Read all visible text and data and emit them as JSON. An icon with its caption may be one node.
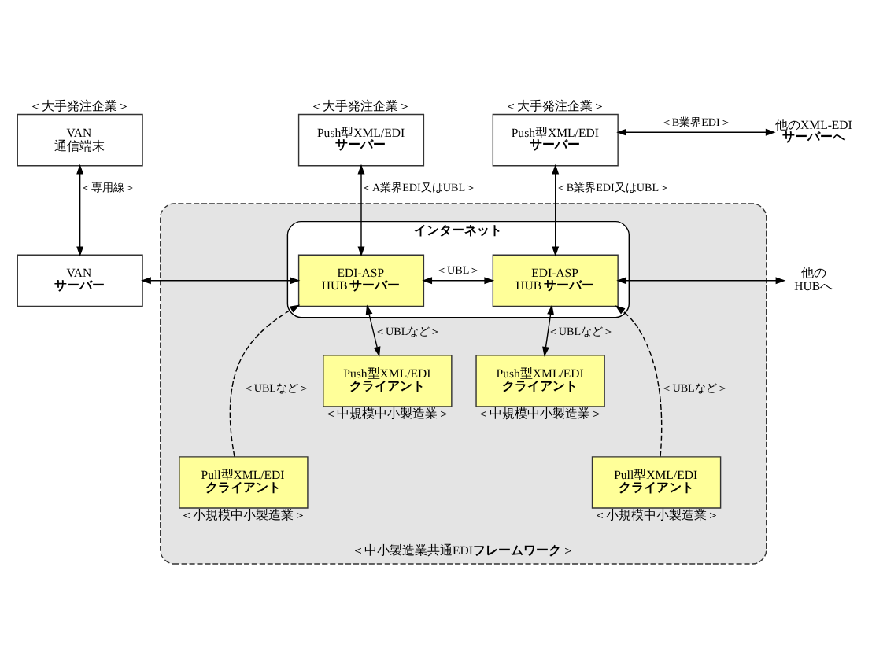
{
  "diagram": {
    "nodes": [
      {
        "text": [
          "VAN",
          "通信端末"
        ],
        "beside": [
          "＜大手発注企業＞"
        ]
      },
      {
        "text": [
          "Push型XML/EDI",
          "サーバー"
        ],
        "beside": [
          "＜大手発注企業＞"
        ]
      },
      {
        "text": [
          "Push型XML/EDI",
          "サーバー"
        ],
        "beside": [
          "＜大手発注企業＞"
        ]
      },
      {
        "text": [
          "他のXML-EDI",
          "サーバーへ"
        ]
      },
      {
        "text": [
          "VAN",
          "サーバー"
        ]
      },
      {
        "text": [
          "＜中小製造業共通EDI**フレームワーク**＞"
        ]
      },
      {
        "text": [
          "インターネット"
        ],
        "in": 5
      },
      {
        "text": [
          "EDI-ASP",
          "HUB**サーバー**"
        ],
        "in": 6
      },
      {
        "text": [
          "EDI-ASP",
          "HUB**サーバー**"
        ],
        "in": 6
      },
      {
        "text": [
          "他の",
          "HUBへ"
        ]
      },
      {
        "text": [
          "Push型XML/EDI",
          "クライアント"
        ],
        "in": 5,
        "beside": [
          "＜中規模中小製造業＞"
        ]
      },
      {
        "text": [
          "Push型XML/EDI",
          "クライアント"
        ],
        "in": 5,
        "beside": [
          "＜中規模中小製造業＞"
        ]
      },
      {
        "text": [
          "Pull型XML/EDI",
          "クライアント"
        ],
        "in": 5,
        "beside": [
          "＜小規模中小製造業＞"
        ]
      },
      {
        "text": [
          "Pull型XML/EDI",
          "クライアント"
        ],
        "in": 5,
        "beside": [
          "＜小規模中小製造業＞"
        ]
      }
    ],
    "edges": [
      {
        "from": 0,
        "to": 4,
        "arrow": "both",
        "label": "＜専用線＞"
      },
      {
        "from": 1,
        "to": 7,
        "arrow": "both",
        "label": "＜A業界EDI又はUBL＞"
      },
      {
        "from": 2,
        "to": 8,
        "arrow": "both",
        "label": "＜B業界EDI又はUBL＞"
      },
      {
        "from": 2,
        "to": 3,
        "arrow": "both",
        "label": "＜B業界EDI＞"
      },
      {
        "from": 4,
        "to": 7,
        "arrow": "both"
      },
      {
        "from": 7,
        "to": 8,
        "arrow": "both",
        "label": "＜UBL＞"
      },
      {
        "from": 8,
        "to": 9,
        "arrow": "both"
      },
      {
        "from": 7,
        "to": 10,
        "arrow": "both",
        "label": "＜UBLなど＞"
      },
      {
        "from": 8,
        "to": 11,
        "arrow": "both",
        "label": "＜UBLなど＞"
      },
      {
        "from": 12,
        "to": 7,
        "arrow": "to",
        "style": "dashed",
        "label": "＜UBLなど＞"
      },
      {
        "from": 13,
        "to": 8,
        "arrow": "to",
        "style": "dashed",
        "label": "＜UBLなど＞"
      }
    ]
  }
}
